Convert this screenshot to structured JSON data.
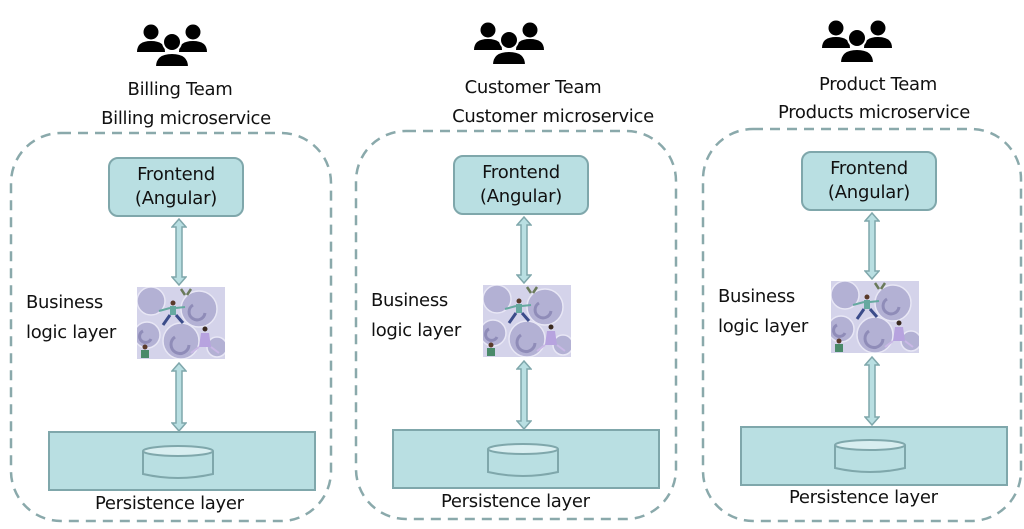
{
  "diagram": {
    "colors": {
      "box_fill": "#b9dfe2",
      "box_stroke": "#7fa7ab",
      "dash_stroke": "#8aa9ab",
      "icon_fill": "#000000"
    },
    "columns": [
      {
        "team_icon": "people-group-icon",
        "team_name": "Billing Team",
        "service_name": "Billing microservice",
        "frontend": {
          "line1": "Frontend",
          "line2": "(Angular)"
        },
        "business_logic": {
          "line1": "Business",
          "line2": "logic layer",
          "image": "gears-people-clipart"
        },
        "persistence": {
          "label": "Persistence layer",
          "icon": "database-cylinder-icon"
        }
      },
      {
        "team_icon": "people-group-icon",
        "team_name": "Customer Team",
        "service_name": "Customer microservice",
        "frontend": {
          "line1": "Frontend",
          "line2": "(Angular)"
        },
        "business_logic": {
          "line1": "Business",
          "line2": "logic layer",
          "image": "gears-people-clipart"
        },
        "persistence": {
          "label": "Persistence layer",
          "icon": "database-cylinder-icon"
        }
      },
      {
        "team_icon": "people-group-icon",
        "team_name": "Product Team",
        "service_name": "Products microservice",
        "frontend": {
          "line1": "Frontend",
          "line2": "(Angular)"
        },
        "business_logic": {
          "line1": "Business",
          "line2": "logic layer",
          "image": "gears-people-clipart"
        },
        "persistence": {
          "label": "Persistence layer",
          "icon": "database-cylinder-icon"
        }
      }
    ]
  }
}
